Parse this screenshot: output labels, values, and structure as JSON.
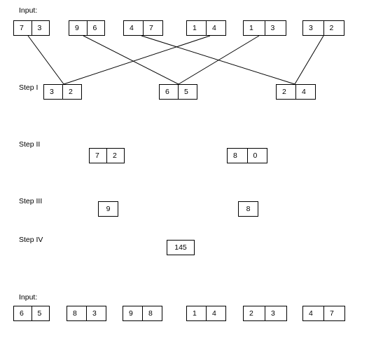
{
  "labels": {
    "input_top": "Input:",
    "step1": "Step I",
    "step2": "Step II",
    "step3": "Step III",
    "step4": "Step IV",
    "input_bottom": "Input:"
  },
  "input_top": [
    [
      "7",
      "3"
    ],
    [
      "9",
      "6"
    ],
    [
      "4",
      "7"
    ],
    [
      "1",
      "4"
    ],
    [
      "1",
      "3"
    ],
    [
      "3",
      "2"
    ]
  ],
  "step1": [
    [
      "3",
      "2"
    ],
    [
      "6",
      "5"
    ],
    [
      "2",
      "4"
    ]
  ],
  "step2": [
    [
      "7",
      "2"
    ],
    [
      "8",
      "0"
    ]
  ],
  "step3": [
    "9",
    "8"
  ],
  "step4": "145",
  "input_bottom": [
    [
      "6",
      "5"
    ],
    [
      "8",
      "3"
    ],
    [
      "9",
      "8"
    ],
    [
      "1",
      "4"
    ],
    [
      "2",
      "3"
    ],
    [
      "4",
      "7"
    ]
  ]
}
